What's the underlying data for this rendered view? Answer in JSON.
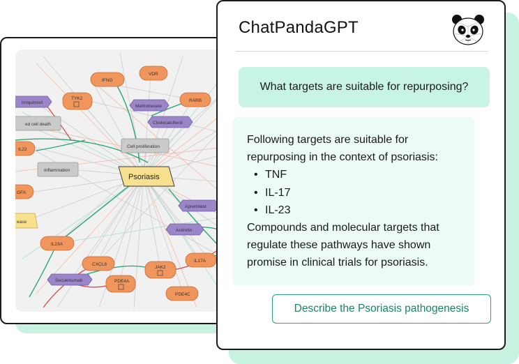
{
  "chat": {
    "title": "ChatPandaGPT",
    "user_message": "What targets are suitable for repurposing?",
    "response": {
      "intro": "Following targets are suitable for repurposing in the context of psoriasis:",
      "targets": [
        "TNF",
        "IL-17",
        "IL-23"
      ],
      "outro": "Compounds and molecular targets that regulate these pathways have shown promise in clinical trials for psoriasis."
    },
    "suggestion_label": "Describe the Psoriasis pathogenesis"
  },
  "graph": {
    "center": "Psoriasis",
    "genes": [
      "IFNG",
      "VDR",
      "TYK2",
      "RARB",
      "IL22",
      "GFA",
      "IL23A",
      "CXCL8",
      "JAK2",
      "IL17A",
      "PDE4A",
      "PDE4C"
    ],
    "drugs": [
      "Imiquimod",
      "Methotrexate",
      "Cholecalciferol",
      "Apremilast",
      "Acitretin",
      "Secukinumab"
    ],
    "processes": [
      "ed cell death",
      "Cell proliferation",
      "Inflammation"
    ],
    "diseases": [
      "ease"
    ]
  },
  "colors": {
    "accent": "#24a67a",
    "user_bubble": "#c8f5e3",
    "bot_bubble": "#edfcf6",
    "gene_node": "#f0955c",
    "drug_node": "#9b86c9",
    "process_node": "#c8c8c8",
    "disease_node": "#f7e08e"
  }
}
